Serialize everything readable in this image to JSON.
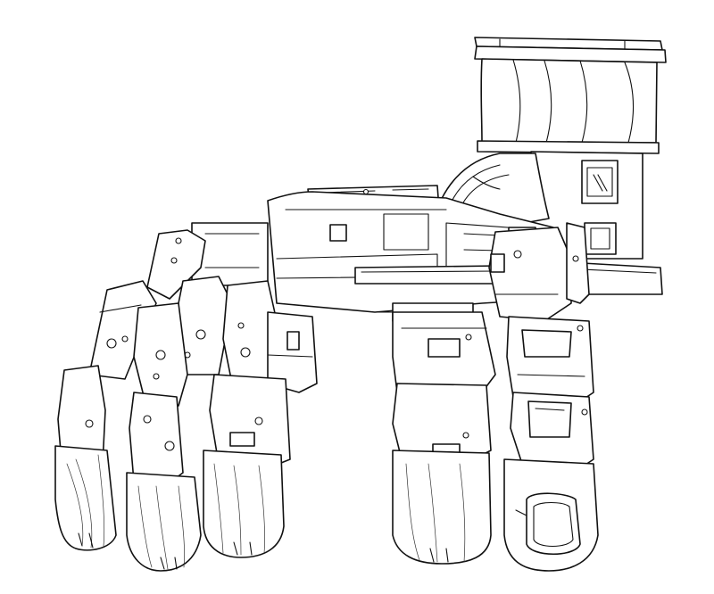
{
  "drawing": {
    "subject": "robotic-hand",
    "view": "side",
    "style": "line-art",
    "colors": {
      "line": "#111111",
      "background": "#ffffff"
    },
    "parts": [
      "wrist",
      "palm",
      "index-finger",
      "middle-finger",
      "ring-finger",
      "little-finger",
      "thumb"
    ]
  }
}
